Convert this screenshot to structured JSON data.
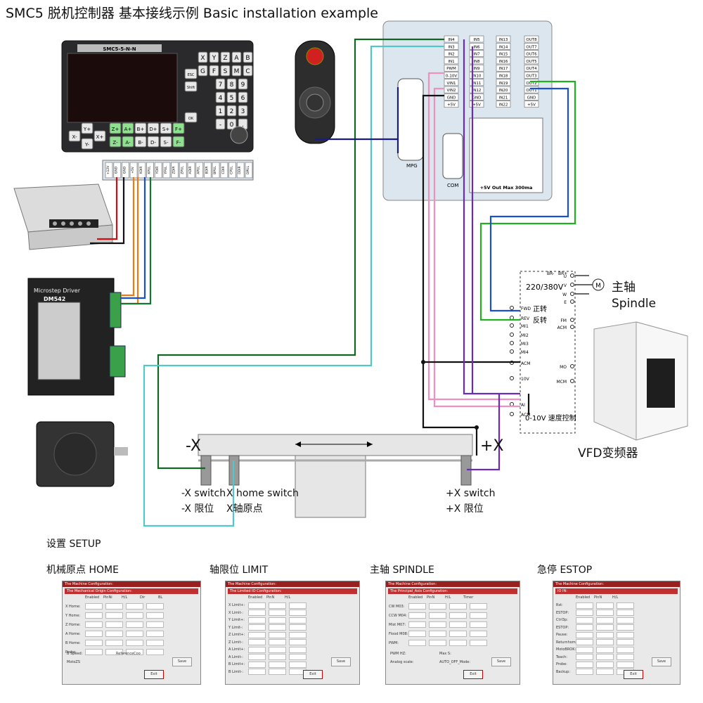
{
  "title": "SMC5 脱机控制器 基本接线示例  Basic installation example",
  "controller": {
    "model": "SMC5-5-N-N",
    "keys_row1": [
      "X",
      "Y",
      "Z",
      "A",
      "B"
    ],
    "keys_row2": [
      "G",
      "F",
      "S",
      "M",
      "C"
    ],
    "keys_row3": [
      "7",
      "8",
      "9"
    ],
    "keys_row4": [
      "4",
      "5",
      "6"
    ],
    "keys_row5": [
      "1",
      "2",
      "3"
    ],
    "keys_row6": [
      "-",
      "0",
      "."
    ],
    "side_keys": [
      "ESC",
      "Shift",
      "OK"
    ],
    "jog_keys": [
      "Y+",
      "X-",
      "X+",
      "Y-",
      "Z+",
      "A+",
      "B+",
      "D+",
      "S+",
      "F+",
      "Z-",
      "A-",
      "B-",
      "D-",
      "S-",
      "F-"
    ],
    "terminals": [
      "+12V",
      "GND",
      "GND",
      "+5V",
      "XDIR",
      "XPUL",
      "YDIR",
      "YPUL",
      "ZDIR",
      "ZPUL",
      "ADIR",
      "APUL",
      "BDIR",
      "BPUL",
      "CDIR",
      "CPUL",
      "DDIR",
      "DPUL"
    ]
  },
  "driver": {
    "brand": "Microstep Driver",
    "model": "DM542"
  },
  "io_board": {
    "col1": [
      "IN4",
      "IN3",
      "IN2",
      "IN1",
      "PWM",
      "0-10V",
      "VIN1",
      "VIN2",
      "GND",
      "+5V"
    ],
    "col2": [
      "IN5",
      "IN6",
      "IN7",
      "IN8",
      "IN9",
      "IN10",
      "IN11",
      "IN12",
      "GND",
      "+5V"
    ],
    "col3": [
      "IN13",
      "IN14",
      "IN15",
      "IN16",
      "IN17",
      "IN18",
      "IN19",
      "IN20",
      "IN21",
      "IN22"
    ],
    "col4": [
      "OUT8",
      "OUT7",
      "OUT6",
      "OUT5",
      "OUT4",
      "OUT3",
      "OUT2",
      "OUT1",
      "GND",
      "+5V"
    ],
    "mpg_label": "MPG",
    "com_label": "COM",
    "out_note": "+5V Out Max 300ma"
  },
  "vfd": {
    "terminals_left": [
      "FWD",
      "REV",
      "MI1",
      "MI2",
      "MI3",
      "MI4",
      "ACM",
      "10V",
      "AI",
      "ACM"
    ],
    "terminals_right": [
      "U",
      "V",
      "W",
      "E",
      "FM",
      "ACM",
      "MO",
      "MCM"
    ],
    "top_terms": [
      "BR-",
      "BR+"
    ],
    "voltage": "220/380V",
    "fwd_cn": "正转",
    "rev_cn": "反转",
    "speed_label": "0-10V 速度控制",
    "name": "VFD变频器",
    "spindle_cn": "主轴",
    "spindle_en": "Spindle"
  },
  "axis": {
    "minus_label": "-X",
    "plus_label": "+X",
    "minus_switch_en": "-X switch",
    "minus_switch_cn": "-X 限位",
    "home_switch_en": "X home switch",
    "home_switch_cn": "X轴原点",
    "plus_switch_en": "+X switch",
    "plus_switch_cn": "+X 限位"
  },
  "setup": {
    "heading": "设置 SETUP",
    "panels": [
      {
        "caption": "机械原点 HOME",
        "window": "The Machine Configuration:",
        "bar": "The Mechanical Origin Configuration:",
        "cols": [
          "Enabled",
          "PinNi",
          "H/L",
          "Dir",
          "BL"
        ],
        "rows": [
          "X Home:",
          "Y Home:",
          "Z Home:",
          "A Home:",
          "B Home:",
          "Probe:"
        ],
        "foot": [
          "B  Speed:",
          "ReferenceCoo",
          "MotoZS"
        ],
        "buttons": [
          "Save",
          "Exit"
        ]
      },
      {
        "caption": "轴限位 LIMIT",
        "window": "The Machine Configuration:",
        "bar": "The Limited IO Configuration:",
        "cols": [
          "Enabled",
          "PinN",
          "H/L"
        ],
        "rows": [
          "X Limit+:",
          "X Limit-:",
          "Y Limit+:",
          "Y Limit-:",
          "Z Limit+:",
          "Z Limit-:",
          "A Limit+:",
          "A Limit-:",
          "B Limit+:",
          "B Limit-:"
        ],
        "foot": [],
        "buttons": [
          "Save",
          "Exit"
        ]
      },
      {
        "caption": "主轴 SPINDLE",
        "window": "The Machine Configuration:",
        "bar": "The Principal_Axis Configuration:",
        "cols": [
          "Enabled",
          "PinN",
          "H/L",
          "Timer"
        ],
        "rows": [
          "CW  M03:",
          "CCW  M04:",
          "Mist  M07:",
          "Flood M08:",
          "PWM:"
        ],
        "foot": [
          "PWM  HZ:",
          "Max S:",
          "Analog scale:",
          "AUTO_OFF_Mode:"
        ],
        "buttons": [
          "Save",
          "Exit"
        ]
      },
      {
        "caption": "急停 ESTOP",
        "window": "The Machine Configuration:",
        "bar": "IO IN:",
        "cols": [
          "Enabled",
          "PinN",
          "H/L"
        ],
        "rows": [
          "Rst:",
          "ESTOP:",
          "Ctrl3p:",
          "ESTOP:",
          "Pause:",
          "Returnhome:",
          "MotoBROK:",
          "Teach:",
          "Probe:",
          "Backup:"
        ],
        "foot": [],
        "buttons": [
          "Save",
          "Exit"
        ]
      }
    ]
  }
}
